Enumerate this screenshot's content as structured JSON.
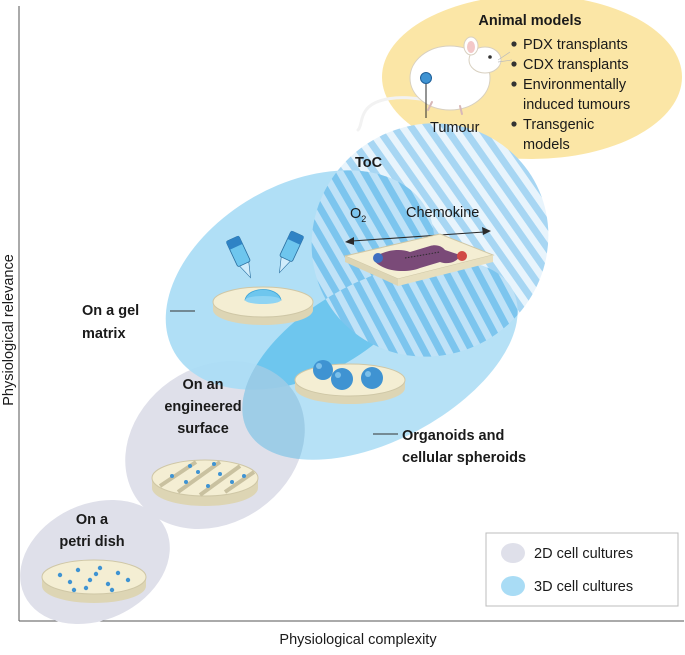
{
  "axes": {
    "x_label": "Physiological complexity",
    "y_label": "Physiological relevance"
  },
  "animal_models": {
    "title": "Animal models",
    "items": [
      "PDX transplants",
      "CDX transplants",
      "Environmentally",
      "induced tumours",
      "Transgenic",
      "models"
    ],
    "tumour_label": "Tumour"
  },
  "toc": {
    "title": "ToC",
    "o2_label": "O",
    "o2_subscript": "2",
    "chemokine_label": "Chemokine"
  },
  "gel": {
    "line1": "On a gel",
    "line2": "matrix"
  },
  "engineered": {
    "line1": "On an",
    "line2": "engineered",
    "line3": "surface"
  },
  "petri": {
    "line1": "On a",
    "line2": "petri dish"
  },
  "organoids": {
    "line1": "Organoids and",
    "line2": "cellular spheroids"
  },
  "legend": {
    "item_2d": "2D cell cultures",
    "item_3d": "3D cell cultures"
  },
  "colors": {
    "grey_2d": "#dfe0ea",
    "blue_3d": "#a9dcf5",
    "blue_deep": "#6ec6ee",
    "yellow": "#fbe6a6",
    "dish_cream": "#f4eed3",
    "cell_blue": "#3f93d2"
  }
}
